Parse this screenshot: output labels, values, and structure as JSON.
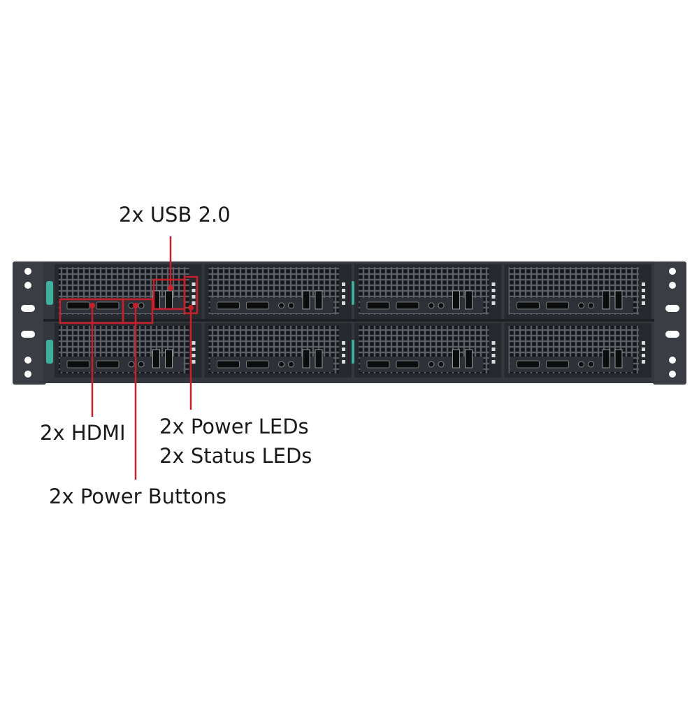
{
  "callouts": {
    "usb": "2x USB 2.0",
    "hdmi": "2x HDMI",
    "power_leds": "2x Power LEDs",
    "status_leds": "2x Status LEDs",
    "power_buttons": "2x Power Buttons"
  },
  "colors": {
    "callout": "#c8202a",
    "chassis": "#34373d",
    "chassis_dark": "#1e2024",
    "mesh": "#15171a",
    "handle": "#3fb0a0",
    "ears": "#3a3d43"
  },
  "device": {
    "modules": 8,
    "rows": 2,
    "columns": 4
  }
}
